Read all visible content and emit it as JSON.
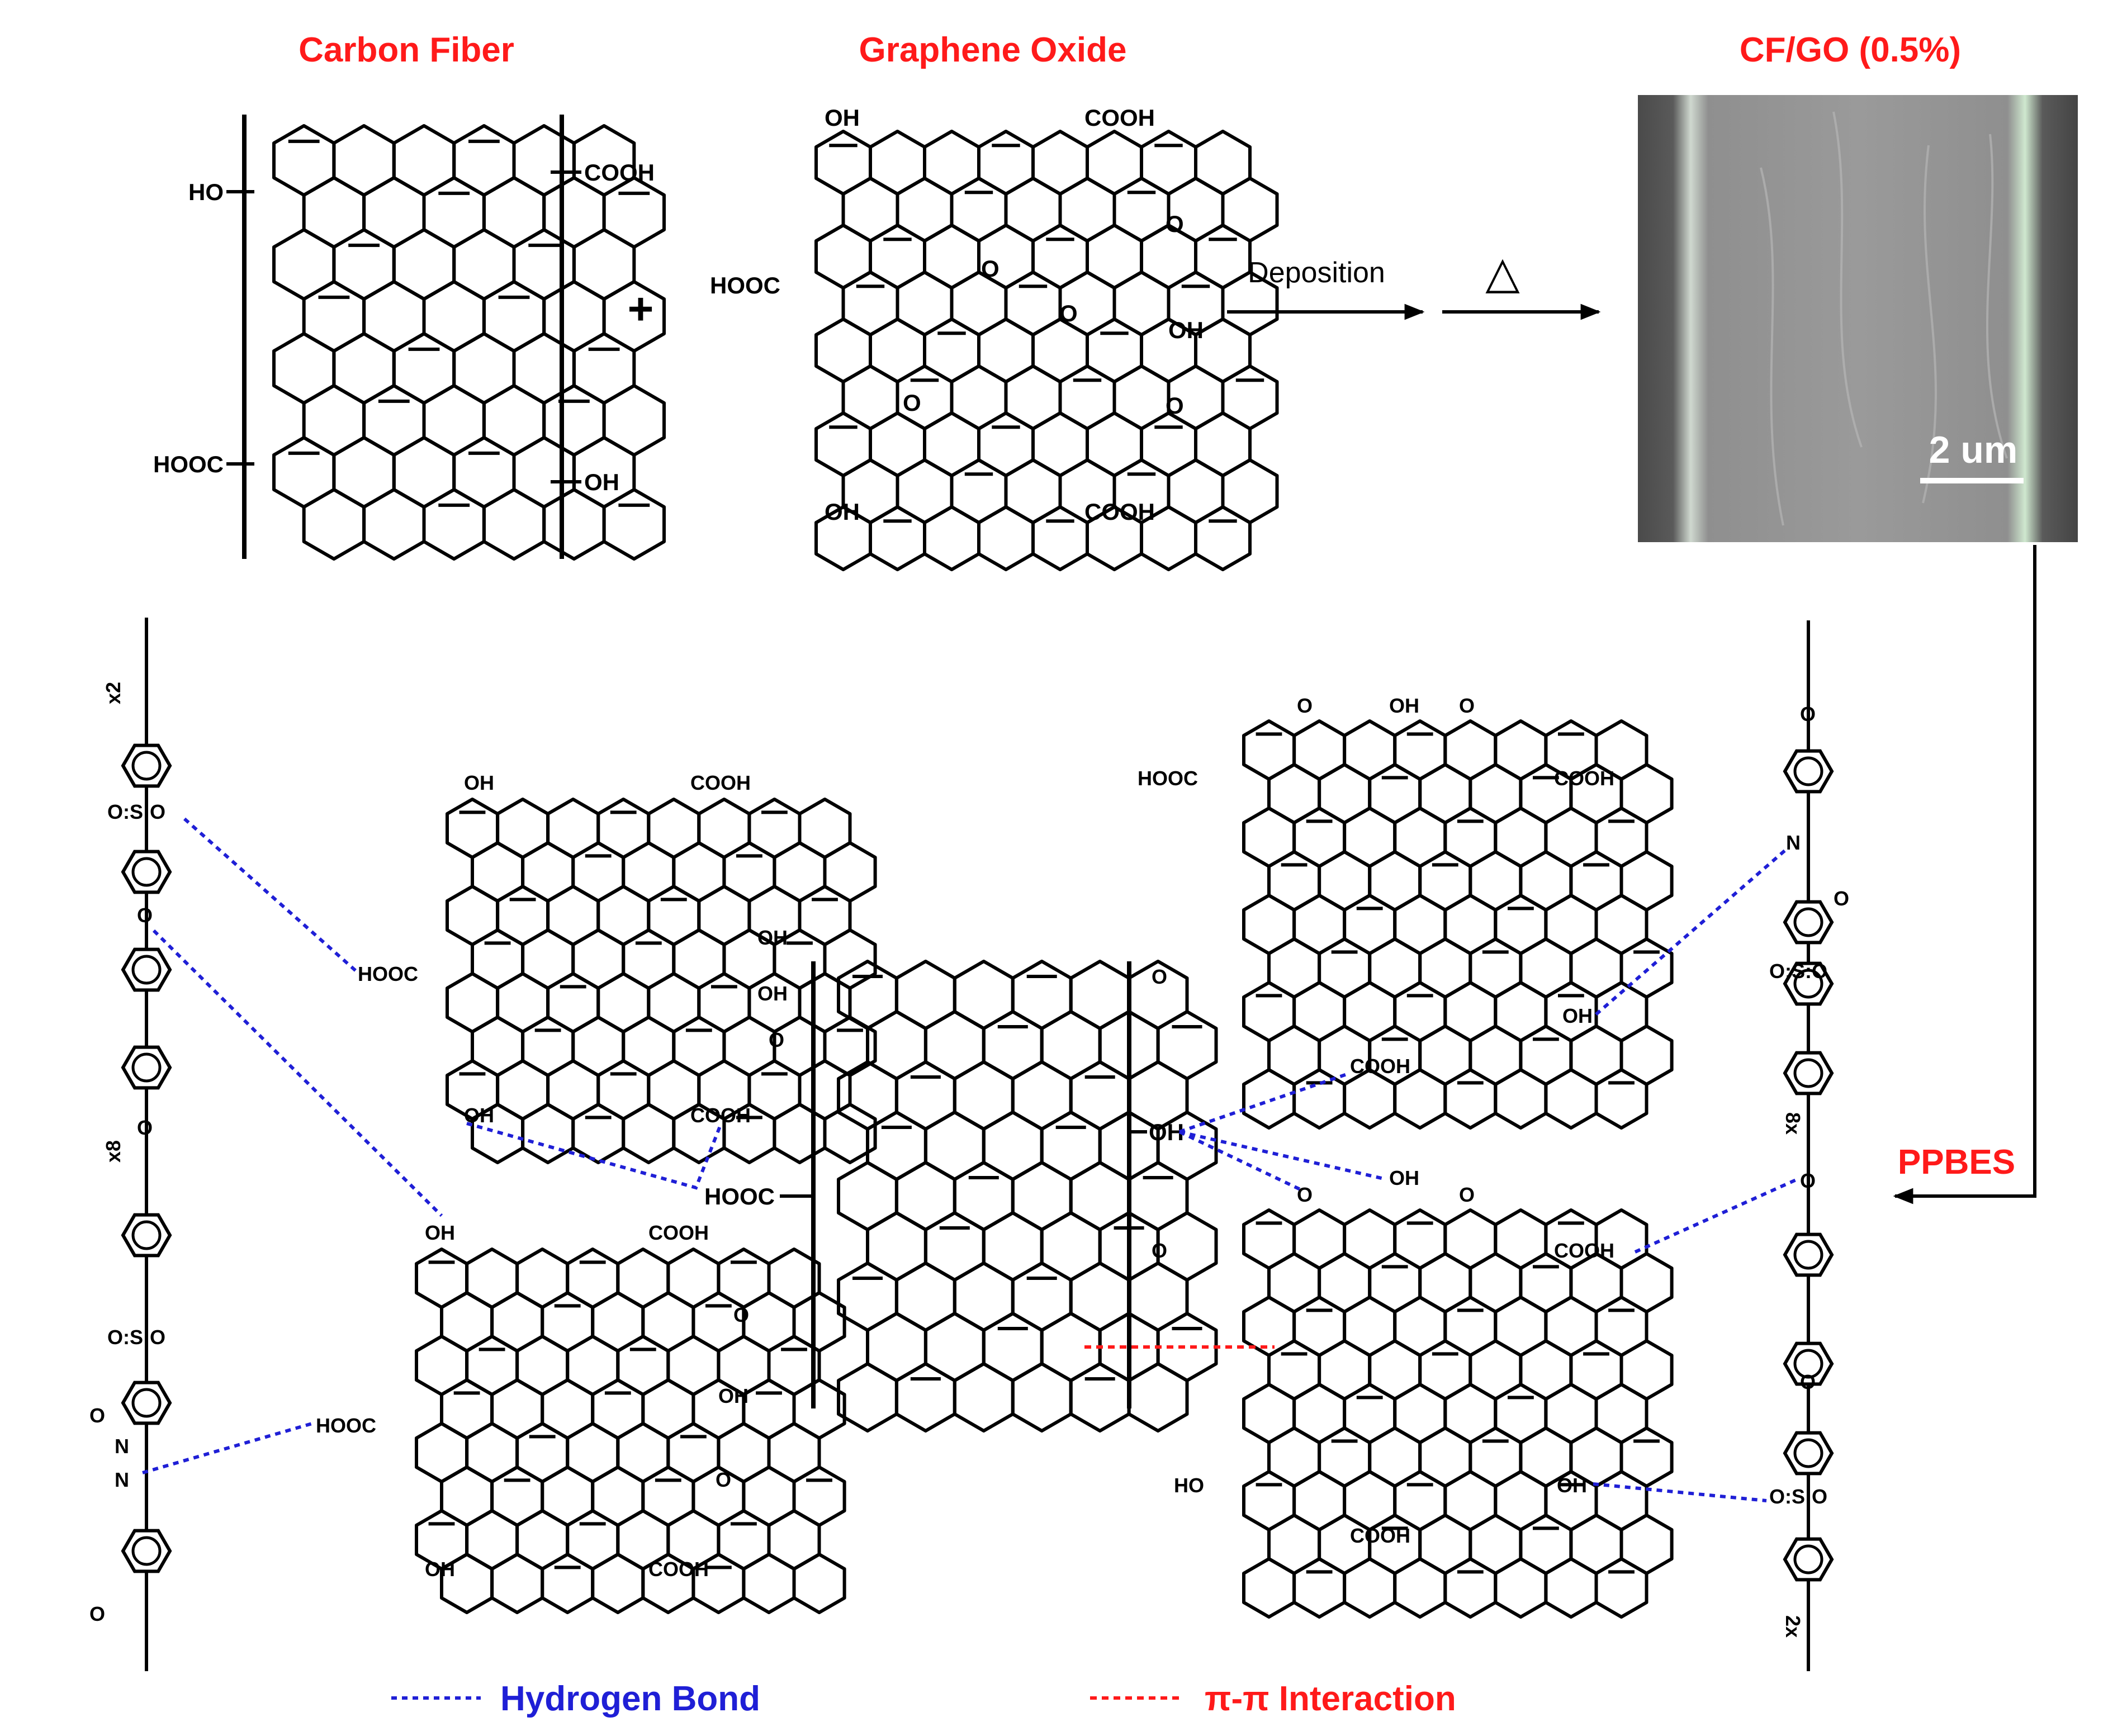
{
  "titles": {
    "carbon_fiber": "Carbon Fiber",
    "graphene_oxide": "Graphene Oxide",
    "cf_go": "CF/GO (0.5%)"
  },
  "process": {
    "plus": "+",
    "deposition": "Deposition",
    "heat": "△",
    "ppbes": "PPBES"
  },
  "sem": {
    "scale_bar": "2 um"
  },
  "groups": {
    "oh": "OH",
    "ho": "HO",
    "cooh": "COOH",
    "hooc": "HOOC",
    "o": "O",
    "oso": "O:S:O",
    "n": "N",
    "x2": "x2",
    "x8": "x8",
    "2x": "2x",
    "8x": "8x"
  },
  "legend": {
    "hydrogen_bond": "Hydrogen Bond",
    "pi_pi": "π-π Interaction"
  },
  "colors": {
    "title_red": "#ff1a1a",
    "hydrogen_bond_blue": "#1f1fd6",
    "sem_gray": "#8c8c8c",
    "sem_edge_green": "#7fd68a"
  }
}
